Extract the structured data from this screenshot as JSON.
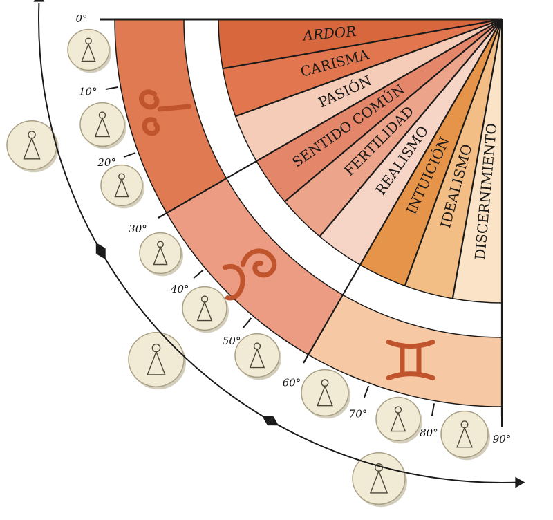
{
  "degree_marks": [
    "0°",
    "10°",
    "20°",
    "30°",
    "40°",
    "50°",
    "60°",
    "70°",
    "80°",
    "90°"
  ],
  "qualities": [
    "ARDOR",
    "CARISMA",
    "PASIÓN",
    "SENTIDO COMÚN",
    "FERTILIDAD",
    "REALISMO",
    "INTUICIÓN",
    "IDEALISMO",
    "DISCERNIMIENTO"
  ],
  "sign_glyphs": [
    "aries-glyph-icon",
    "taurus-glyph-icon",
    "gemini-glyph-icon"
  ],
  "medallions": [
    "mars-warrior-medallion",
    "sun-face-medallion",
    "venus-medallion",
    "mercury-medallion",
    "moon-medallion",
    "cherub-medallion",
    "jupiter-medallion"
  ],
  "footer_text": "",
  "colors": {
    "band_aries": "#e07a52",
    "band_taurus": "#ec9c82",
    "band_gemini": "#f6c9a4",
    "rule": "#1a1a1a",
    "glyph": "#c0542c",
    "medallion_fill": "#f1ead4"
  }
}
